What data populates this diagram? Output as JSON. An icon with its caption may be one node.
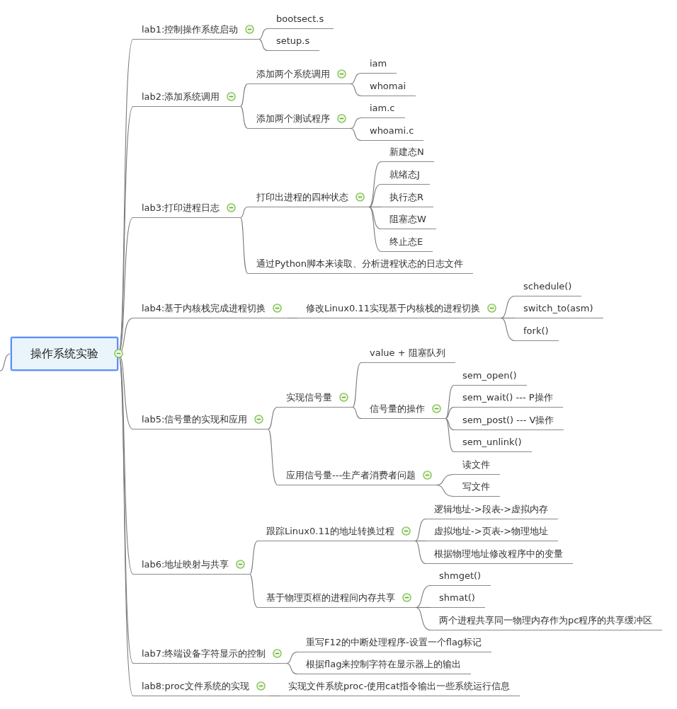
{
  "diagram": {
    "nodes": [
      {
        "text": [
          "操作系统实验"
        ]
      },
      {
        "text": [
          "lab1:控制操作系统启动"
        ]
      },
      {
        "text": [
          "bootsect.s"
        ]
      },
      {
        "text": [
          "setup.s"
        ]
      },
      {
        "text": [
          "lab2:添加系统调用"
        ]
      },
      {
        "text": [
          "添加两个系统调用"
        ]
      },
      {
        "text": [
          "iam"
        ]
      },
      {
        "text": [
          "whomai"
        ]
      },
      {
        "text": [
          "添加两个测试程序"
        ]
      },
      {
        "text": [
          "iam.c"
        ]
      },
      {
        "text": [
          "whoami.c"
        ]
      },
      {
        "text": [
          "lab3:打印进程日志"
        ]
      },
      {
        "text": [
          "打印出进程的四种状态"
        ]
      },
      {
        "text": [
          "新建态N"
        ]
      },
      {
        "text": [
          "就绪态J"
        ]
      },
      {
        "text": [
          "执行态R"
        ]
      },
      {
        "text": [
          "阻塞态W"
        ]
      },
      {
        "text": [
          "终止态E"
        ]
      },
      {
        "text": [
          "通过Python脚本来读取、分析进程状态的日志文件"
        ]
      },
      {
        "text": [
          "lab4:基于内核栈完成进程切换"
        ]
      },
      {
        "text": [
          "修改Linux0.11实现基于内核栈的进程切换"
        ]
      },
      {
        "text": [
          "schedule()"
        ]
      },
      {
        "text": [
          "switch_to(asm)"
        ]
      },
      {
        "text": [
          "fork()"
        ]
      },
      {
        "text": [
          "lab5:信号量的实现和应用"
        ]
      },
      {
        "text": [
          "实现信号量"
        ]
      },
      {
        "text": [
          "value + 阻塞队列"
        ]
      },
      {
        "text": [
          "信号量的操作"
        ]
      },
      {
        "text": [
          "sem_open()"
        ]
      },
      {
        "text": [
          "sem_wait() --- P操作"
        ]
      },
      {
        "text": [
          "sem_post() --- V操作"
        ]
      },
      {
        "text": [
          "sem_unlink()"
        ]
      },
      {
        "text": [
          "应用信号量---生产者消费者问题"
        ]
      },
      {
        "text": [
          "读文件"
        ]
      },
      {
        "text": [
          "写文件"
        ]
      },
      {
        "text": [
          "lab6:地址映射与共享"
        ]
      },
      {
        "text": [
          "跟踪Linux0.11的地址转换过程"
        ]
      },
      {
        "text": [
          "逻辑地址->段表->虚拟内存"
        ]
      },
      {
        "text": [
          "虚拟地址->页表->物理地址"
        ]
      },
      {
        "text": [
          "根据物理地址修改程序中的变量"
        ]
      },
      {
        "text": [
          "基于物理页框的进程间内存共享"
        ]
      },
      {
        "text": [
          "shmget()"
        ]
      },
      {
        "text": [
          "shmat()"
        ]
      },
      {
        "text": [
          "两个进程共享同一物理内存作为pc程序的共享缓冲区"
        ]
      },
      {
        "text": [
          "lab7:终端设备字符显示的控制"
        ]
      },
      {
        "text": [
          "重写F12的中断处理程序-设置一个flag标记"
        ]
      },
      {
        "text": [
          "根据flag来控制字符在显示器上的输出"
        ]
      },
      {
        "text": [
          "lab8:proc文件系统的实现"
        ]
      },
      {
        "text": [
          "实现文件系统proc-使用cat指令输出一些系统运行信息"
        ]
      }
    ],
    "edges": [
      {
        "from": null,
        "to": 0,
        "arrow": "none"
      },
      {
        "from": 0,
        "to": 1,
        "arrow": "none"
      },
      {
        "from": 1,
        "to": 2,
        "arrow": "none"
      },
      {
        "from": 1,
        "to": 3,
        "arrow": "none"
      },
      {
        "from": 0,
        "to": 4,
        "arrow": "none"
      },
      {
        "from": 4,
        "to": 5,
        "arrow": "none"
      },
      {
        "from": 5,
        "to": 6,
        "arrow": "none"
      },
      {
        "from": 5,
        "to": 7,
        "arrow": "none"
      },
      {
        "from": 4,
        "to": 8,
        "arrow": "none"
      },
      {
        "from": 8,
        "to": 9,
        "arrow": "none"
      },
      {
        "from": 8,
        "to": 10,
        "arrow": "none"
      },
      {
        "from": 0,
        "to": 11,
        "arrow": "none"
      },
      {
        "from": 11,
        "to": 12,
        "arrow": "none"
      },
      {
        "from": 12,
        "to": 13,
        "arrow": "none"
      },
      {
        "from": 12,
        "to": 14,
        "arrow": "none"
      },
      {
        "from": 12,
        "to": 15,
        "arrow": "none"
      },
      {
        "from": 12,
        "to": 16,
        "arrow": "none"
      },
      {
        "from": 12,
        "to": 17,
        "arrow": "none"
      },
      {
        "from": 11,
        "to": 18,
        "arrow": "none"
      },
      {
        "from": 0,
        "to": 19,
        "arrow": "none"
      },
      {
        "from": 19,
        "to": 20,
        "arrow": "none"
      },
      {
        "from": 20,
        "to": 21,
        "arrow": "none"
      },
      {
        "from": 20,
        "to": 22,
        "arrow": "none"
      },
      {
        "from": 20,
        "to": 23,
        "arrow": "none"
      },
      {
        "from": 0,
        "to": 24,
        "arrow": "none"
      },
      {
        "from": 24,
        "to": 25,
        "arrow": "none"
      },
      {
        "from": 25,
        "to": 26,
        "arrow": "none"
      },
      {
        "from": 25,
        "to": 27,
        "arrow": "none"
      },
      {
        "from": 27,
        "to": 28,
        "arrow": "none"
      },
      {
        "from": 27,
        "to": 29,
        "arrow": "none"
      },
      {
        "from": 27,
        "to": 30,
        "arrow": "none"
      },
      {
        "from": 27,
        "to": 31,
        "arrow": "none"
      },
      {
        "from": 24,
        "to": 32,
        "arrow": "none"
      },
      {
        "from": 32,
        "to": 33,
        "arrow": "none"
      },
      {
        "from": 32,
        "to": 34,
        "arrow": "none"
      },
      {
        "from": 0,
        "to": 35,
        "arrow": "none"
      },
      {
        "from": 35,
        "to": 36,
        "arrow": "none"
      },
      {
        "from": 36,
        "to": 37,
        "arrow": "none"
      },
      {
        "from": 36,
        "to": 38,
        "arrow": "none"
      },
      {
        "from": 36,
        "to": 39,
        "arrow": "none"
      },
      {
        "from": 35,
        "to": 40,
        "arrow": "none"
      },
      {
        "from": 40,
        "to": 41,
        "arrow": "none"
      },
      {
        "from": 40,
        "to": 42,
        "arrow": "none"
      },
      {
        "from": 40,
        "to": 43,
        "arrow": "none"
      },
      {
        "from": 0,
        "to": 44,
        "arrow": "none"
      },
      {
        "from": 44,
        "to": 45,
        "arrow": "none"
      },
      {
        "from": 44,
        "to": 46,
        "arrow": "none"
      },
      {
        "from": 0,
        "to": 47,
        "arrow": "none"
      },
      {
        "from": 47,
        "to": 48,
        "arrow": "none"
      }
    ]
  }
}
